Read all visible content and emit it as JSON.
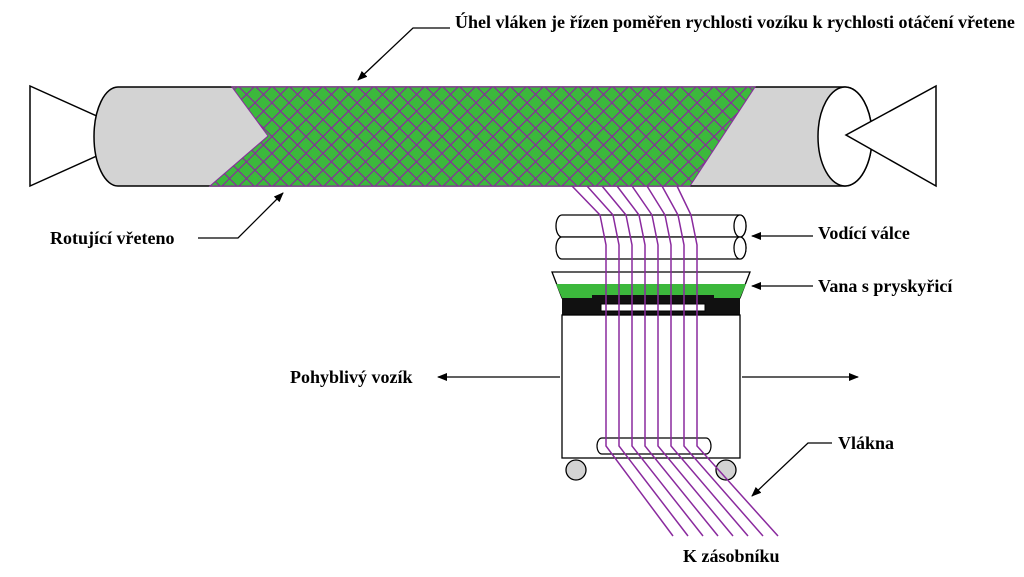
{
  "labels": {
    "fiber_angle": "Úhel vláken je řízen poměřen rychlosti vozíku k rychlosti otáčení vřetene",
    "rotating_mandrel": "Rotující vřeteno",
    "guide_rollers": "Vodící válce",
    "resin_bath": "Vana s pryskyřicí",
    "moving_carriage": "Pohyblivý vozík",
    "fibers": "Vlákna",
    "to_supply": "K zásobníku"
  },
  "colors": {
    "mandrel": "#d3d3d3",
    "resin": "#3cb83c",
    "fiber": "#8a2a9e",
    "outline": "#000000"
  }
}
